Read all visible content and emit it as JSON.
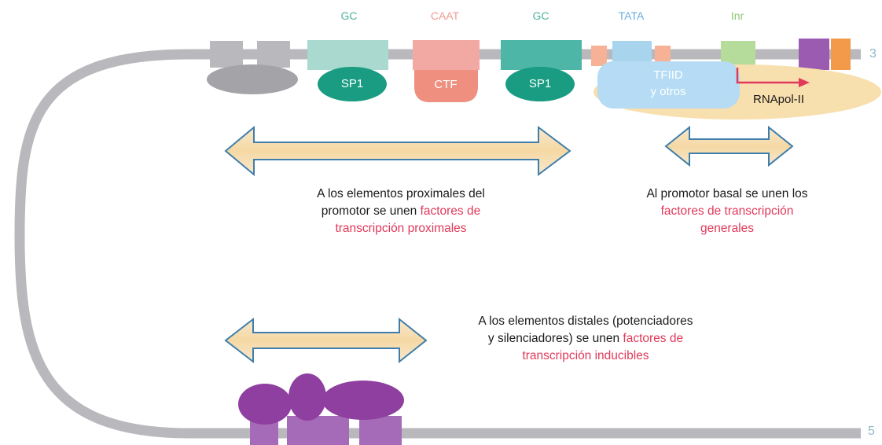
{
  "elements": {
    "gc1": "GC",
    "caat": "CAAT",
    "gc2": "GC",
    "tata": "TATA",
    "inr": "Inr"
  },
  "factors": {
    "sp1_a": "SP1",
    "ctf": "CTF",
    "sp1_b": "SP1",
    "tfiid_line1": "TFIID",
    "tfiid_line2": "y otros",
    "rnapol": "RNApol-II"
  },
  "captions": {
    "proximal": {
      "line1": "A los elementos proximales del",
      "line2_plain": "promotor se unen ",
      "line2_red": "factores de",
      "line3_red": "transcripción proximales"
    },
    "basal": {
      "line1": "Al promotor basal se unen los",
      "line2_red": "factores de transcripción",
      "line3_red": "generales"
    },
    "distal": {
      "line1": "A los elementos distales (potenciadores",
      "line2_plain": "y silenciadores) se unen ",
      "line2_red": "factores de",
      "line3_red": "transcripción inducibles"
    }
  },
  "strand_ends": {
    "top": "3",
    "bottom": "5"
  },
  "colors": {
    "dna": "#b9b9bd",
    "gc": "#a9d9cf",
    "caat": "#f3a9a3",
    "gc2": "#4eb6a6",
    "tata": "#a9d4ee",
    "inr": "#b5dc9a",
    "sp1": "#199c82",
    "ctf": "#ee8f80",
    "tfiid": "#b5dcf4",
    "rnapol": "#f8dfae",
    "arrow_red": "#e0395a",
    "purple": "#8e3fa0",
    "arrow_fill": "#fbe0b8",
    "arrow_stroke": "#3f7eaa"
  }
}
